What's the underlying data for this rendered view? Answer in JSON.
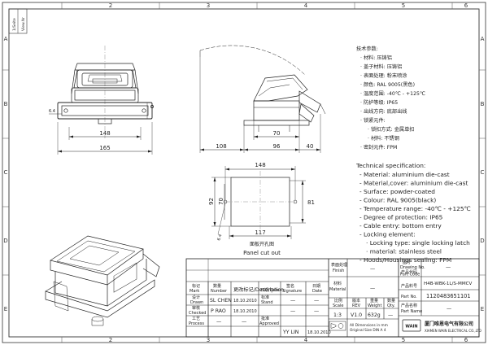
{
  "grid": {
    "top": [
      "2",
      "3",
      "4",
      "5",
      "6"
    ],
    "bottom": [
      "2",
      "3",
      "4",
      "5",
      "6"
    ],
    "left": [
      "A",
      "B",
      "C",
      "D",
      "E"
    ],
    "right": [
      "A",
      "B",
      "C",
      "D",
      "E"
    ]
  },
  "corner": {
    "labels": [
      "1/Seite",
      "View.Nr"
    ]
  },
  "dimensions": {
    "front_inner": "148",
    "front_outer": "165",
    "front_side": "6.4",
    "side_a": "108",
    "side_b": "70",
    "side_c": "96",
    "side_d": "40",
    "cut_top": "148",
    "cut_left_inner": "70",
    "cut_left_outer": "92",
    "cut_right": "81",
    "cut_bottom": "117",
    "cut_hole": "6.4"
  },
  "cutout": {
    "label_cn": "面板开孔图",
    "label_en": "Panel cut out"
  },
  "spec_cn": {
    "title": "技术参数:",
    "items": [
      "材料: 压铸铝",
      "盖子材料: 压铸铝",
      "表面处理: 粉末喷涂",
      "颜色: RAL 9005(黑色)",
      "温度范围: -40℃ - +125℃",
      "防护等级: IP65",
      "出线方向: 底部出线",
      "锁紧元件:",
      "锁扣方式: 金属单扣",
      "材料: 不锈钢",
      "密封元件: FPM"
    ]
  },
  "spec_en": {
    "title": "Technical specification:",
    "items": [
      "- Material: aluminium die-cast",
      "- Material,cover: aluminium die-cast",
      "- Surface: powder-coated",
      "- Colour: RAL 9005(black)",
      "- Temperature range: -40℃ - +125℃",
      "- Degree of protection: IP65",
      "- Cable entry: bottom entry",
      "- Locking element:",
      "· Locking type: single locking latch",
      "· material: stainless steel",
      "- Hoods/Housings sealing: FPM"
    ]
  },
  "title_block": {
    "surface_cn": "表面处理",
    "surface_en": "Finish",
    "material_cn": "材料",
    "material_en": "Material",
    "dash": "—",
    "drawing_no_cn": "图号",
    "drawing_no_en": "Drawing No.",
    "drawing_no": "—",
    "part_code_cn": "产品代码",
    "part_code_en": "Part Code",
    "part_code": "H4B-WBK-1L/S-MMCV",
    "part_no_cn": "产品料号",
    "part_no_en": "Part No.",
    "part_no": "1120483651101",
    "part_name_cn": "产品名称",
    "part_name_en": "Part Name",
    "part_name": "—",
    "scale_cn": "比例",
    "scale_en": "Scale",
    "scale": "1:3",
    "rev_cn": "版本",
    "rev_en": "REV",
    "rev": "V1.0",
    "weight_cn": "重量",
    "weight_en": "Weight",
    "weight": "632g",
    "qty_cn": "数量",
    "qty_en": "Qty.",
    "qty": "—",
    "tolerance_line1": "All Dimensions in mm",
    "tolerance_line2": "Original Size DIN A 4",
    "company_cn": "厦门唯恩电气有限公司",
    "company_en": "XIAMEN WAIN ELECTRICAL CO.,LTD",
    "logo": "WAIN",
    "headers": {
      "mark_cn": "标记",
      "mark_en": "Mark",
      "num_cn": "数量",
      "num_en": "Number",
      "change_cn": "更改标记/",
      "change_en": "Description",
      "date_cn": "日期/",
      "date_en": "Date",
      "sig_cn": "签名",
      "sig_en": "Signature",
      "date2_cn": "日期",
      "date2_en": "Date"
    },
    "rows": [
      {
        "role_cn": "设计",
        "role_en": "Drawn",
        "name": "SL CHEN",
        "date": "18.10.2010",
        "sig_cn": "标准",
        "sig_en": "Stand",
        "sig": "—",
        "sig_date": "—"
      },
      {
        "role_cn": "审核",
        "role_en": "Checked",
        "name": "P RAO",
        "date": "18.10.2010",
        "sig_cn": "",
        "sig_en": "",
        "sig": "—",
        "sig_date": "—"
      },
      {
        "role_cn": "工艺",
        "role_en": "Process",
        "name": "—",
        "date": "—",
        "sig_cn": "批准",
        "sig_en": "Approved",
        "sig": "YY LIN",
        "sig_date": "18.10.2010"
      }
    ]
  }
}
